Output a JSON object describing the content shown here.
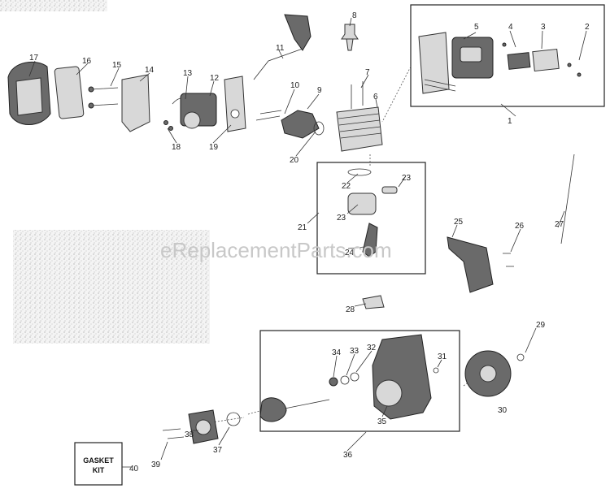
{
  "watermark": "eReplacementParts.com",
  "gasket_kit": {
    "line1": "GASKET",
    "line2": "KIT"
  },
  "callouts": [
    "1",
    "2",
    "3",
    "4",
    "5",
    "6",
    "7",
    "8",
    "9",
    "10",
    "11",
    "12",
    "13",
    "14",
    "15",
    "16",
    "17",
    "18",
    "19",
    "20",
    "21",
    "22",
    "23",
    "23",
    "24",
    "25",
    "26",
    "27",
    "28",
    "29",
    "30",
    "31",
    "32",
    "33",
    "34",
    "35",
    "36",
    "37",
    "38",
    "39",
    "40"
  ]
}
